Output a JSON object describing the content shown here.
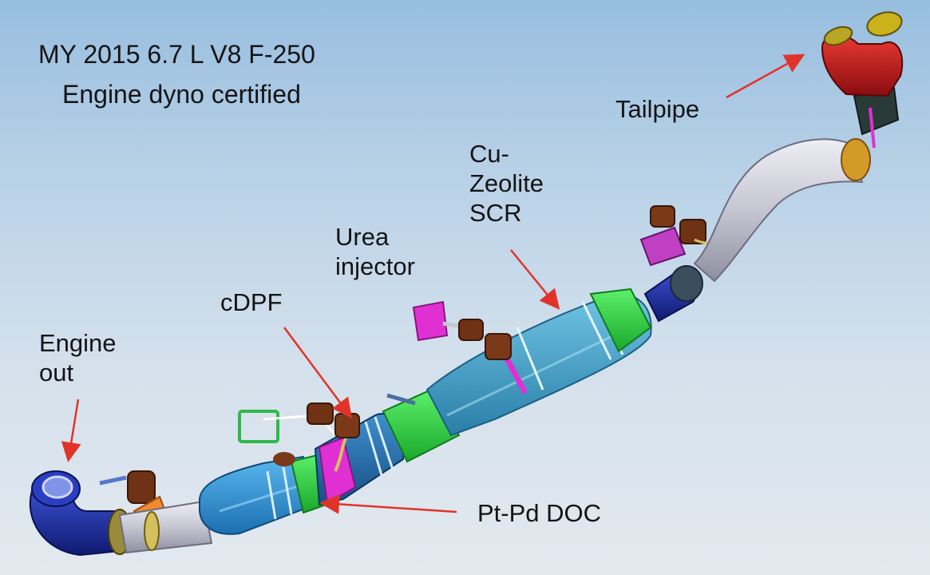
{
  "title": {
    "line1": "MY 2015 6.7 L V8 F-250",
    "line2": "Engine dyno certified"
  },
  "labels": {
    "engine_out": [
      "Engine",
      "out"
    ],
    "cdpf": "cDPF",
    "urea_injector": [
      "Urea",
      "injector"
    ],
    "scr": [
      "Cu-",
      "Zeolite",
      "SCR"
    ],
    "tailpipe": "Tailpipe",
    "doc": "Pt-Pd DOC"
  },
  "colors": {
    "arrow": "#e0342b",
    "inlet_pipe": "#1b2fa6",
    "doc_can": "#2f94d4",
    "band_green": "#28dc3e",
    "magenta": "#e030d4",
    "cdpf_can": "#1f6ea8",
    "scr_can": "#3aa0c4",
    "pipe_silver": "#c9c9d6",
    "sensor_brown": "#7a3a1a",
    "tailpipe_red": "#c8161c",
    "tailpipe_yellow": "#c9b21c"
  }
}
